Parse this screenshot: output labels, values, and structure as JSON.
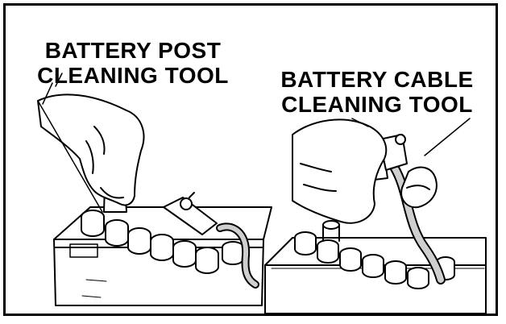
{
  "left_panel": {
    "label_line1": "BATTERY POST",
    "label_line2": "CLEANING TOOL"
  },
  "right_panel": {
    "label_line1": "BATTERY CABLE",
    "label_line2": "CLEANING TOOL"
  },
  "colors": {
    "ink": "#000000",
    "paper": "#ffffff",
    "shade": "#cfcfcf"
  },
  "icons": [
    "hand-icon",
    "battery-icon",
    "post-cleaning-brush-icon",
    "cable-cleaning-brush-icon",
    "cable-clamp-icon"
  ]
}
